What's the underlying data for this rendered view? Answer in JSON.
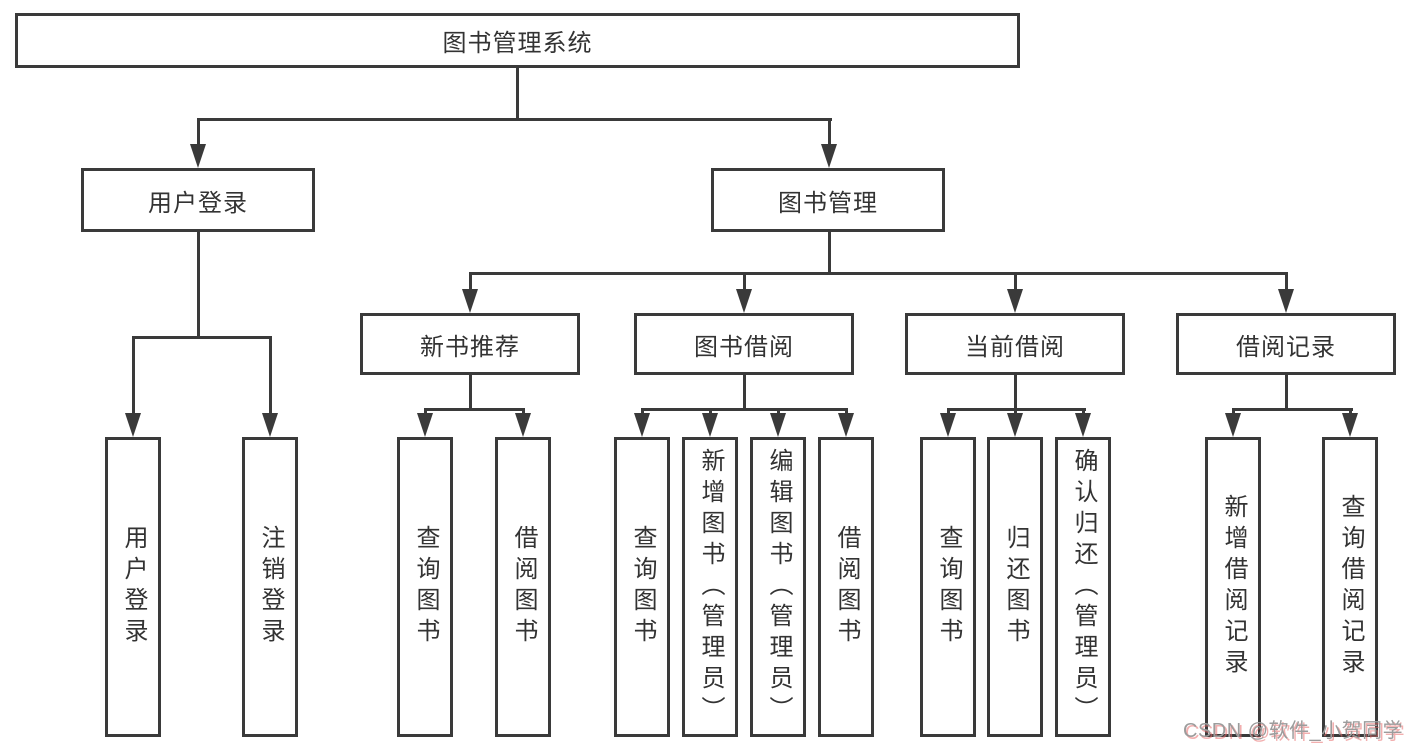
{
  "tree": {
    "root": "图书管理系统",
    "level2": [
      "用户登录",
      "图书管理"
    ],
    "user_children": [
      "用户登录",
      "注销登录"
    ],
    "groups": [
      {
        "label": "新书推荐",
        "children": [
          "查询图书",
          "借阅图书"
        ]
      },
      {
        "label": "图书借阅",
        "children": [
          "查询图书",
          "新增图书（管理员）",
          "编辑图书（管理员）",
          "借阅图书"
        ]
      },
      {
        "label": "当前借阅",
        "children": [
          "查询图书",
          "归还图书",
          "确认归还（管理员）"
        ]
      },
      {
        "label": "借阅记录",
        "children": [
          "新增借阅记录",
          "查询借阅记录"
        ]
      }
    ]
  },
  "watermark": "CSDN @软件_小贺同学",
  "colors": {
    "line": "#3a3a3a",
    "background": "#ffffff",
    "watermark_text": "#9c9c9c",
    "watermark_shadow": "#e76d6d"
  }
}
